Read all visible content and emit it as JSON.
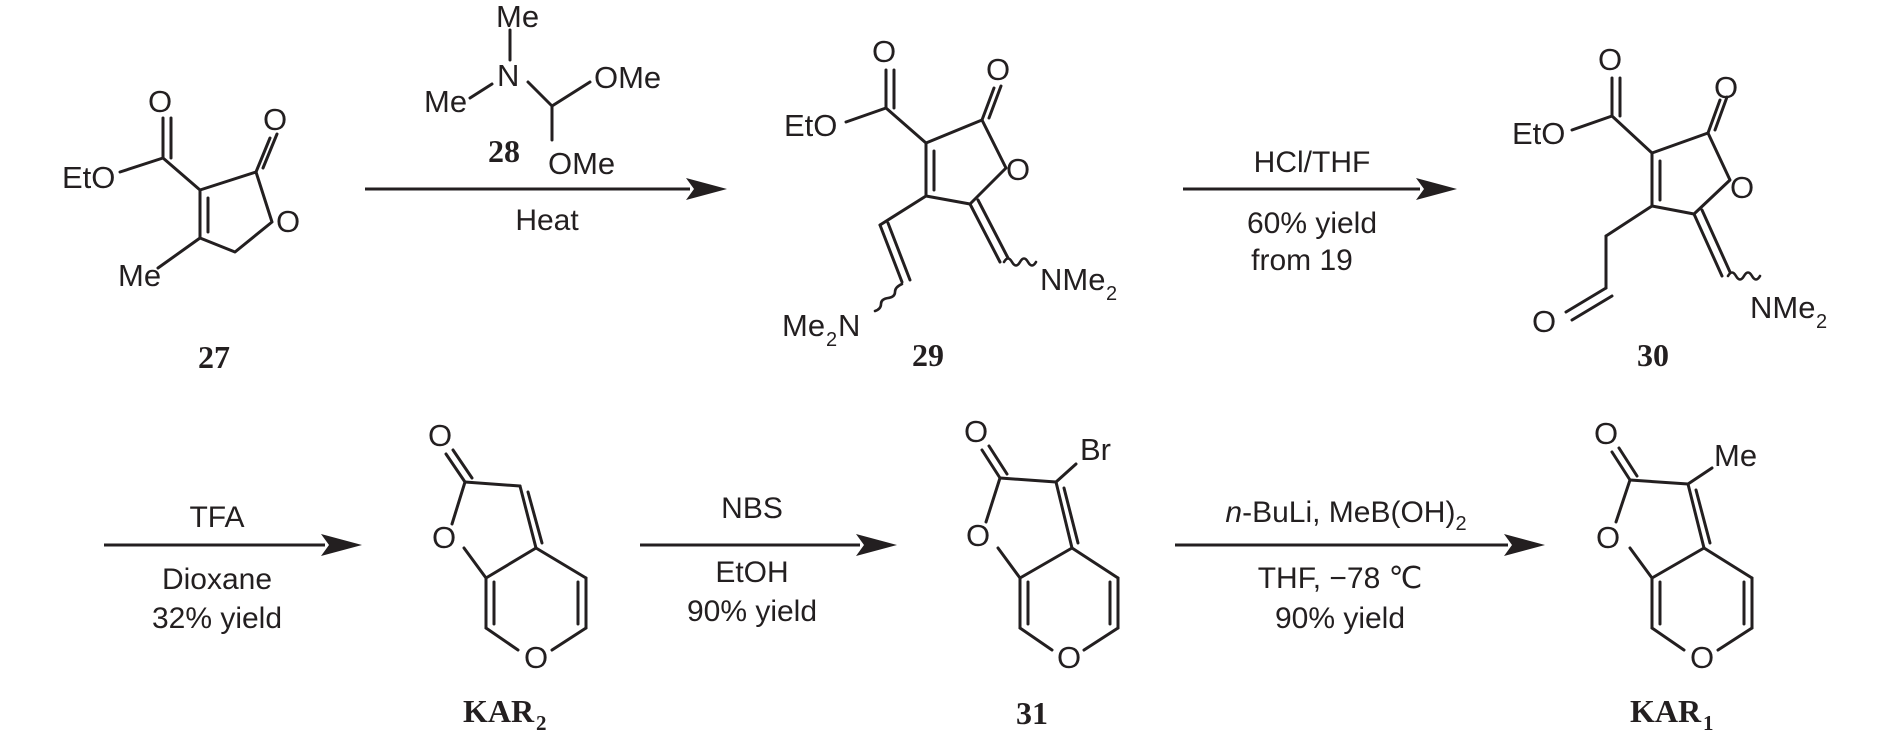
{
  "compounds": {
    "c27": "27",
    "c28": "28",
    "c29": "29",
    "c30": "30",
    "kar2": {
      "main": "KAR",
      "sub": "2"
    },
    "c31": "31",
    "kar1": {
      "main": "KAR",
      "sub": "1"
    }
  },
  "atoms": {
    "eto": "EtO",
    "o": "O",
    "me": "Me",
    "n": "N",
    "ome": "OMe",
    "nme": "NMe",
    "me2n_main": "Me",
    "me2n_tail": "N",
    "two": "2",
    "br": "Br"
  },
  "conditions": {
    "step1_below": "Heat",
    "step2_above": "HCl/THF",
    "step2_below1": "60% yield",
    "step2_below2": "from 19",
    "step3_above": "TFA",
    "step3_below1": "Dioxane",
    "step3_below2": "32% yield",
    "step4_above": "NBS",
    "step4_below1": "EtOH",
    "step4_below2": "90% yield",
    "step5_above_italic": "n",
    "step5_above_rest": "-BuLi, MeB(OH)",
    "step5_above_sub": "2",
    "step5_below1": "THF, −78 ℃",
    "step5_below2": "90% yield"
  },
  "colors": {
    "ink": "#231f20",
    "background": "#ffffff"
  }
}
